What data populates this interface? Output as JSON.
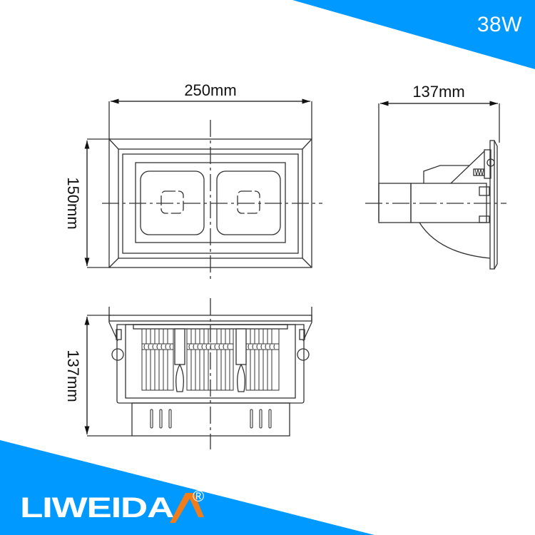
{
  "header": {
    "wattage_badge": "38W"
  },
  "drawing": {
    "front_view": {
      "width_label": "250mm",
      "height_label": "150mm"
    },
    "side_view": {
      "depth_label": "137mm"
    },
    "bottom_view": {
      "height_label": "137mm"
    }
  },
  "brand": {
    "name": "LIWEIDA",
    "registered_mark": "®"
  },
  "colors": {
    "accent_blue": "#0099ff",
    "logo_orange": "#f07c1a",
    "line": "#333333"
  }
}
